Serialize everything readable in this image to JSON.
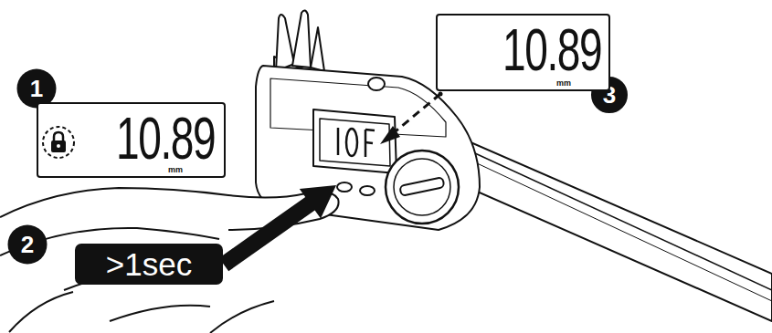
{
  "diagram": {
    "nodes": [
      {
        "text": [
          "1"
        ]
      },
      {
        "text": [
          "10.89",
          "mm"
        ]
      },
      {
        "text": [
          "2"
        ]
      },
      {
        "text": [
          ">1sec"
        ]
      },
      {
        "text": [
          "3"
        ]
      },
      {
        "text": [
          "10.89",
          "mm"
        ]
      }
    ]
  }
}
